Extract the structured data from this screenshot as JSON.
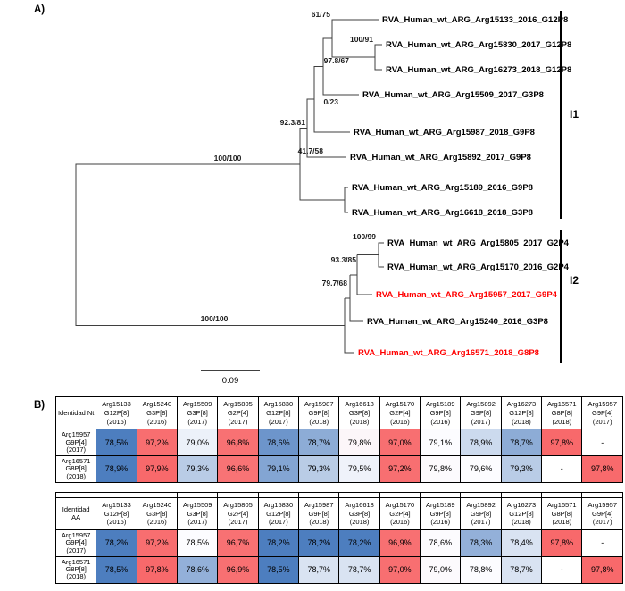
{
  "panel_a": {
    "label": "A)",
    "scale": "0.09",
    "clades": [
      {
        "label": "I1"
      },
      {
        "label": "I2"
      }
    ],
    "taxa": [
      {
        "label": "RVA_Human_wt_ARG_Arg15133_2016_G12P8",
        "color": "#000000"
      },
      {
        "label": "RVA_Human_wt_ARG_Arg15830_2017_G12P8",
        "color": "#000000"
      },
      {
        "label": "RVA_Human_wt_ARG_Arg16273_2018_G12P8",
        "color": "#000000"
      },
      {
        "label": "RVA_Human_wt_ARG_Arg15509_2017_G3P8",
        "color": "#000000"
      },
      {
        "label": "RVA_Human_wt_ARG_Arg15987_2018_G9P8",
        "color": "#000000"
      },
      {
        "label": "RVA_Human_wt_ARG_Arg15892_2017_G9P8",
        "color": "#000000"
      },
      {
        "label": "RVA_Human_wt_ARG_Arg15189_2016_G9P8",
        "color": "#000000"
      },
      {
        "label": "RVA_Human_wt_ARG_Arg16618_2018_G3P8",
        "color": "#000000"
      },
      {
        "label": "RVA_Human_wt_ARG_Arg15805_2017_G2P4",
        "color": "#000000"
      },
      {
        "label": "RVA_Human_wt_ARG_Arg15170_2016_G2P4",
        "color": "#000000"
      },
      {
        "label": "RVA_Human_wt_ARG_Arg15957_2017_G9P4",
        "color": "#ff0000"
      },
      {
        "label": "RVA_Human_wt_ARG_Arg15240_2016_G3P8",
        "color": "#000000"
      },
      {
        "label": "RVA_Human_wt_ARG_Arg16571_2018_G8P8",
        "color": "#ff0000"
      }
    ],
    "bootstraps": [
      "61/75",
      "100/91",
      "97.8/67",
      "0/23",
      "92.3/81",
      "41.7/58",
      "100/100",
      "100/99",
      "93.3/85",
      "79.7/68",
      "100/100"
    ]
  },
  "panel_b": {
    "label": "B)",
    "heat_colors": {
      "low": "#4d7ebf",
      "mid": "#FCFCFF",
      "high": "#F8696B"
    },
    "tables": [
      {
        "corner": "Identidad Nt",
        "columns": [
          "Arg15133 G12P[8] (2016)",
          "Arg15240 G3P[8] (2016)",
          "Arg15509 G3P[8] (2017)",
          "Arg15805 G2P[4] (2017)",
          "Arg15830 G12P[8] (2017)",
          "Arg15987 G9P[8] (2018)",
          "Arg16618 G3P[8] (2018)",
          "Arg15170 G2P[4] (2016)",
          "Arg15189 G9P[8] (2016)",
          "Arg15892 G9P[8] (2017)",
          "Arg16273 G12P[8] (2018)",
          "Arg16571 G8P[8] (2018)",
          "Arg15957 G9P[4] (2017)"
        ],
        "rows": [
          {
            "header": "Arg15957 G9P[4] (2017)",
            "values": [
              "78,5%",
              "97,2%",
              "79,0%",
              "96,8%",
              "78,6%",
              "78,7%",
              "79,8%",
              "97,0%",
              "79,1%",
              "78,9%",
              "78,7%",
              "97,8%",
              "-"
            ]
          },
          {
            "header": "Arg16571 G8P[8] (2018)",
            "values": [
              "78,9%",
              "97,9%",
              "79,3%",
              "96,6%",
              "79,1%",
              "79,3%",
              "79,5%",
              "97,2%",
              "79,8%",
              "79,6%",
              "79,3%",
              "-",
              "97,8%"
            ]
          }
        ]
      },
      {
        "corner": "Identidad AA",
        "columns": [
          "Arg15133 G12P[8] (2016)",
          "Arg15240 G3P[8] (2016)",
          "Arg15509 G3P[8] (2017)",
          "Arg15805 G2P[4] (2017)",
          "Arg15830 G12P[8] (2017)",
          "Arg15987 G9P[8] (2018)",
          "Arg16618 G3P[8] (2018)",
          "Arg15170 G2P[4] (2016)",
          "Arg15189 G9P[8] (2016)",
          "Arg15892 G9P[8] (2017)",
          "Arg16273 G12P[8] (2018)",
          "Arg16571 G8P[8] (2018)",
          "Arg15957 G9P[4] (2017)"
        ],
        "rows": [
          {
            "header": "Arg15957 G9P[4] (2017)",
            "values": [
              "78,2%",
              "97,2%",
              "78,5%",
              "96,7%",
              "78,2%",
              "78,2%",
              "78,2%",
              "96,9%",
              "78,6%",
              "78,3%",
              "78,4%",
              "97,8%",
              "-"
            ]
          },
          {
            "header": "Arg16571 G8P[8] (2018)",
            "values": [
              "78,5%",
              "97,8%",
              "78,6%",
              "96,9%",
              "78,5%",
              "78,7%",
              "78,7%",
              "97,0%",
              "79,0%",
              "78,8%",
              "78,7%",
              "-",
              "97,8%"
            ]
          }
        ]
      }
    ]
  }
}
